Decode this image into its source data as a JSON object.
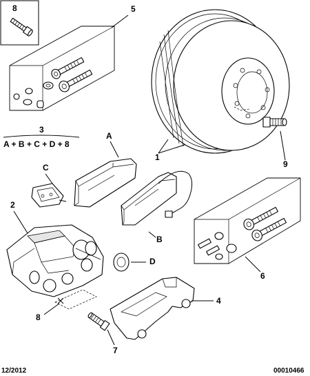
{
  "labels": {
    "p1": "1",
    "p2": "2",
    "p3": "3",
    "p3_formula": "A + B + C + D + 8",
    "p4": "4",
    "p5": "5",
    "p6": "6",
    "p7": "7",
    "p8_inset": "8",
    "p8_callout": "8",
    "p9": "9",
    "pA": "A",
    "pB": "B",
    "pC": "C",
    "pD": "D"
  },
  "footer": {
    "date": "12/2012",
    "reference": "00010466"
  }
}
